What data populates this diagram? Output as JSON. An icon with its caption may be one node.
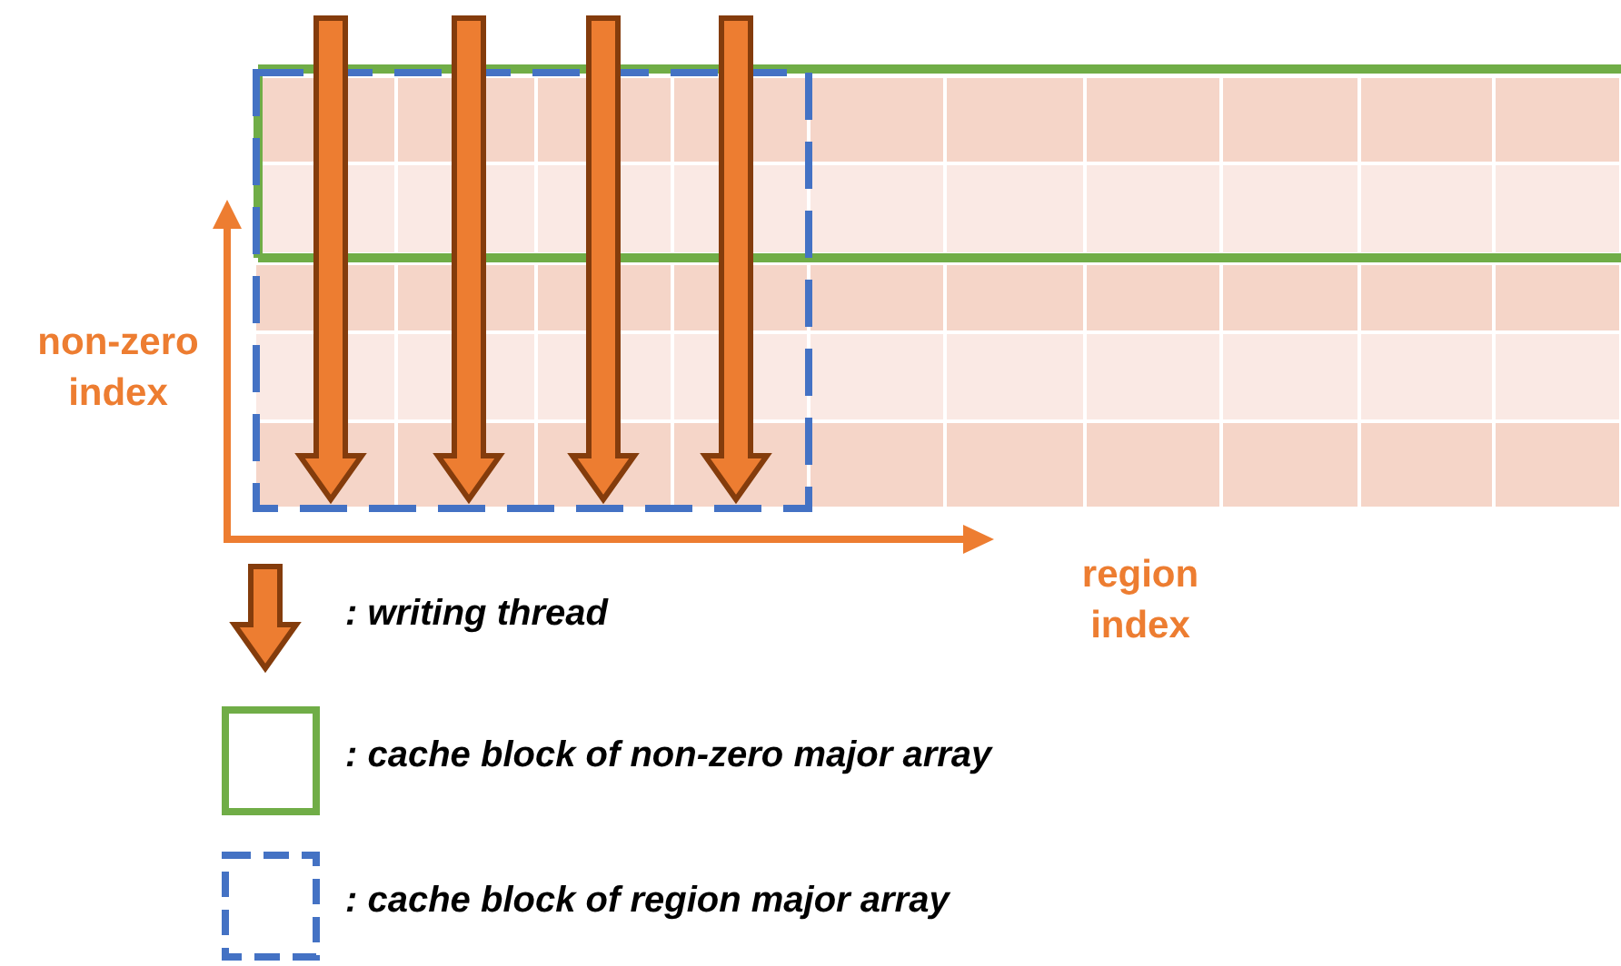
{
  "diagram": {
    "labels": [
      "non-zero index",
      "region index"
    ],
    "legend": [
      {
        "text": ": writing thread"
      },
      {
        "text": ": cache block of non-zero major array"
      },
      {
        "text": ": cache block of region major array"
      }
    ]
  }
}
